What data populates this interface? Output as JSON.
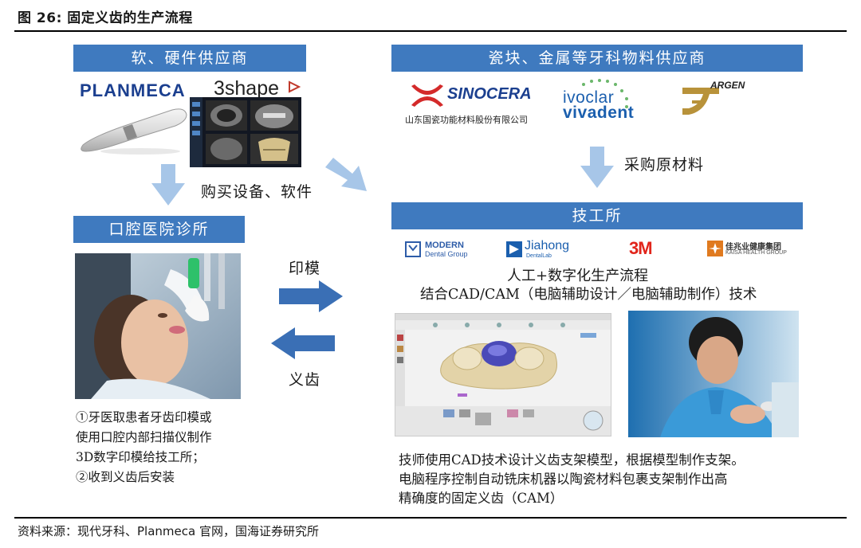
{
  "figure_title": "图 26:  固定义齿的生产流程",
  "source": "资料来源：现代牙科、Planmeca 官网，国海证券研究所",
  "left_top": {
    "header": "软、硬件供应商",
    "brand1": "PLANMECA",
    "brand2": "3shape"
  },
  "arrow_label_buy": "购买设备、软件",
  "clinic": {
    "header": "口腔医院诊所",
    "desc_lines": [
      "①牙医取患者牙齿印模或",
      "使用口腔内部扫描仪制作",
      "3D数字印模给技工所；",
      "②收到义齿后安装"
    ]
  },
  "exchange": {
    "top_label": "印模",
    "bottom_label": "义齿"
  },
  "materials": {
    "header": "瓷块、金属等牙科物料供应商",
    "sinocera_name": "SINOCERA",
    "sinocera_sub": "山东国瓷功能材料股份有限公司",
    "ivoclar_line1": "ivoclar",
    "ivoclar_line2": "vivadent",
    "argen": "ARGEN"
  },
  "arrow_label_purchase": "采购原材料",
  "lab": {
    "header": "技工所",
    "logos": {
      "modern_line1": "MODERN",
      "modern_line2": "Dental Group",
      "jiahong_line1": "Jiahong",
      "jiahong_line2": "DentalLab",
      "three_m": "3M",
      "kaisa_line1": "佳兆业健康集团",
      "kaisa_line2": "KAISA HEALTH GROUP"
    },
    "process_line1": "人工+数字化生产流程",
    "process_line2": "结合CAD/CAM（电脑辅助设计／电脑辅助制作）技术",
    "desc_lines": [
      "技师使用CAD技术设计义齿支架模型，根据模型制作支架。",
      "电脑程序控制自动铣床机器以陶瓷材料包裹支架制作出高",
      "精确度的固定义齿（CAM）"
    ]
  },
  "colors": {
    "header_bar": "#3f7abf",
    "flow_arrow": "#a7c6e8",
    "exchange_arrow": "#3a6fb5"
  }
}
